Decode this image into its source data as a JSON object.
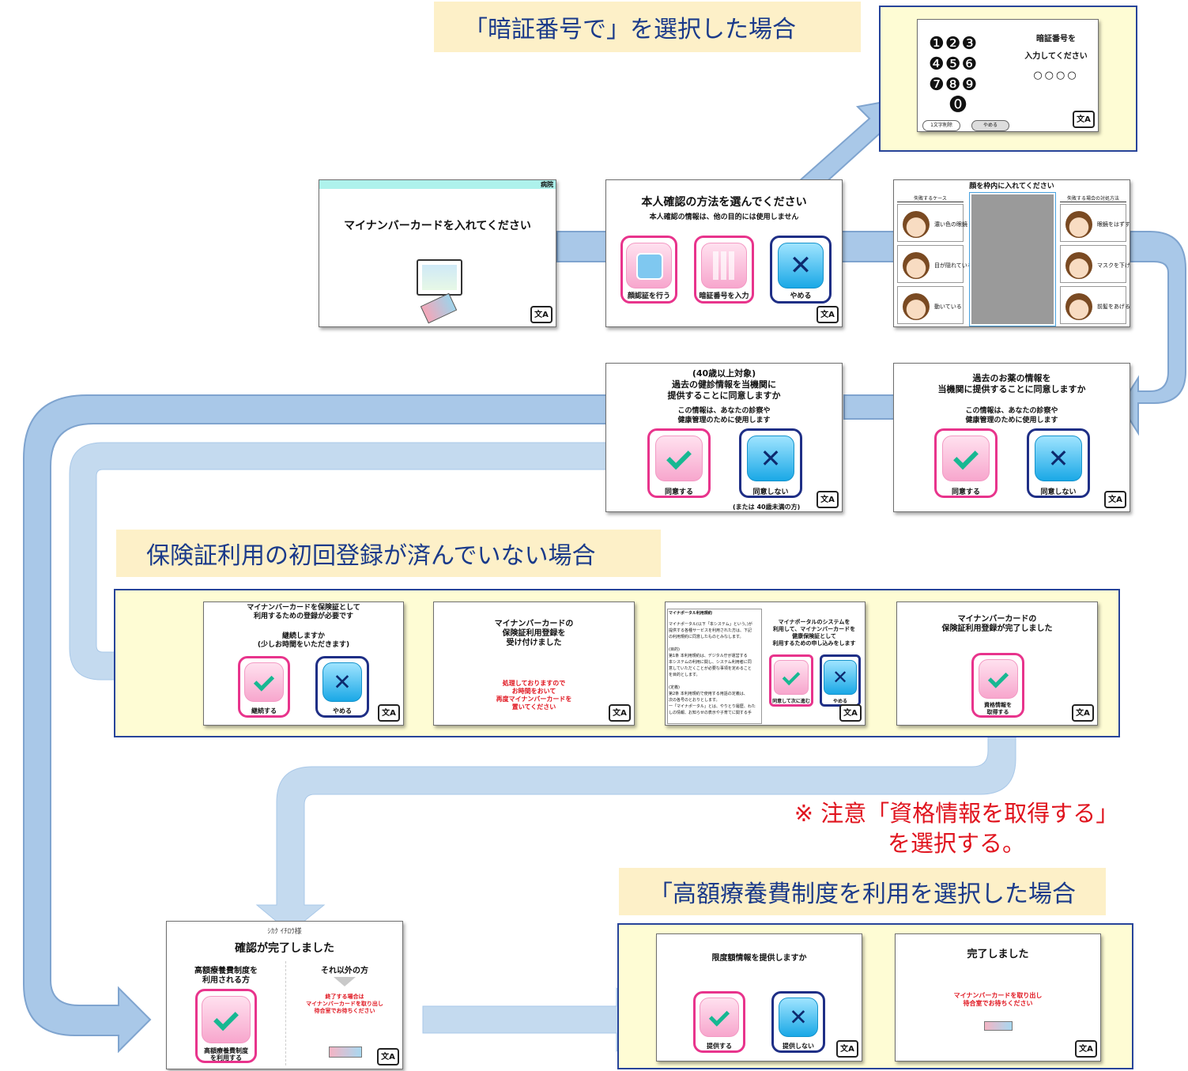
{
  "colors": {
    "arrow": "#a9c8e8",
    "panel_bg": "#fefcd4",
    "panel_border": "#27449a",
    "banner_bg": "#fdf0c8",
    "note": "#e0141e",
    "pink": "#e8348c",
    "navy": "#1f2f86"
  },
  "banners": {
    "pin_case": "「暗証番号で」を選択した場合",
    "first_registration": "保険証利用の初回登録が済んでいない場合",
    "high_cost": "「高額療養費制度を利用を選択した場合"
  },
  "note": {
    "line1": "※ 注意「資格情報を取得する」",
    "line2": "を選択する。"
  },
  "lang_icon": "文A",
  "screens": {
    "insert_card": {
      "corner_label": "病院",
      "title": "マイナンバーカードを入れてください"
    },
    "method": {
      "title": "本人確認の方法を選んでください",
      "subtitle": "本人確認の情報は、他の目的には使用しません",
      "face_button": "顔認証を行う",
      "pin_button": "暗証番号を入力",
      "cancel_button": "やめる"
    },
    "pin": {
      "prompt1": "暗証番号を",
      "prompt2": "入力してください",
      "dots": "○○○○",
      "keys": [
        "❶",
        "❷",
        "❸",
        "❹",
        "❺",
        "❻",
        "❼",
        "❽",
        "❾",
        "⓿"
      ],
      "delete_button": "1文字削除",
      "cancel_button": "やめる"
    },
    "face": {
      "title": "顔を枠内に入れてください",
      "left_header": "失敗するケース",
      "right_header": "失敗する場合の対処方法",
      "left_items": [
        "濃い色の眼鏡",
        "目が隠れている",
        "動いている"
      ],
      "right_items": [
        "眼鏡をはずす",
        "マスクを下げる",
        "前髪をあげる"
      ]
    },
    "medicine": {
      "title1": "過去のお薬の情報を",
      "title2": "当機関に提供することに同意しますか",
      "sub1": "この情報は、あなたの診察や",
      "sub2": "健康管理のために使用します",
      "agree": "同意する",
      "disagree": "同意しない"
    },
    "checkup": {
      "title1": "(40歳以上対象)",
      "title2": "過去の健診情報を当機関に",
      "title3": "提供することに同意しますか",
      "sub1": "この情報は、あなたの診察や",
      "sub2": "健康管理のために使用します",
      "agree": "同意する",
      "disagree": "同意しない",
      "footnote": "(または 40歳未満の方)"
    },
    "reg_needed": {
      "title1": "マイナンバーカードを保険証として",
      "title2": "利用するための登録が必要です",
      "q1": "継続しますか",
      "q2": "(少しお時間をいただきます)",
      "continue": "継続する",
      "cancel": "やめる"
    },
    "reg_received": {
      "title1": "マイナンバーカードの",
      "title2": "保険証利用登録を",
      "title3": "受け付けました",
      "msg1": "処理しておりますので",
      "msg2": "お時間をおいて",
      "msg3": "再度マイナンバーカードを",
      "msg4": "置いてください"
    },
    "terms": {
      "terms_title": "マイナポータル利用規約",
      "terms_lines": [
        "マイナポータル(以下「本システム」という。)が",
        "提供する各種サービスを利用された方は、下記",
        "の利用規約に同意したものとみなします。",
        "",
        "(目的)",
        "第1条 本利用規約は、デジタル庁が運営する",
        "本システムの利用に関し、システム利用者に同",
        "意していただくことが必要な事項を定めること",
        "を目的とします。",
        "",
        "(定義)",
        "第2条 本利用規約で使用する用語の定義は、",
        "次の各号のとおりとします。",
        "一「マイナポータル」とは、やりとり履歴、わた",
        "しの情報、お知らせの表示や子育てに関する手"
      ],
      "title1": "マイナポータルのシステムを",
      "title2": "利用して、マイナンバーカードを",
      "title3": "健康保険証として",
      "title4": "利用するための申し込みをします",
      "agree": "同意して次に進む",
      "cancel": "やめる"
    },
    "reg_complete": {
      "title1": "マイナンバーカードの",
      "title2": "保険証利用登録が完了しました",
      "button1": "資格情報を",
      "button2": "取得する"
    },
    "confirmed": {
      "name": "ｼｶｸ ｲﾁﾛｳ様",
      "title": "確認が完了しました",
      "left1": "高額療養費制度を",
      "left2": "利用される方",
      "right": "それ以外の方",
      "msg1": "終了する場合は",
      "msg2": "マイナンバーカードを取り出し",
      "msg3": "待合室でお待ちください",
      "btn1": "高額療養費制度",
      "btn2": "を利用する"
    },
    "limit": {
      "title": "限度額情報を提供しますか",
      "provide": "提供する",
      "decline": "提供しない"
    },
    "done": {
      "title": "完了しました",
      "msg1": "マイナンバーカードを取り出し",
      "msg2": "待合室でお待ちください"
    }
  }
}
